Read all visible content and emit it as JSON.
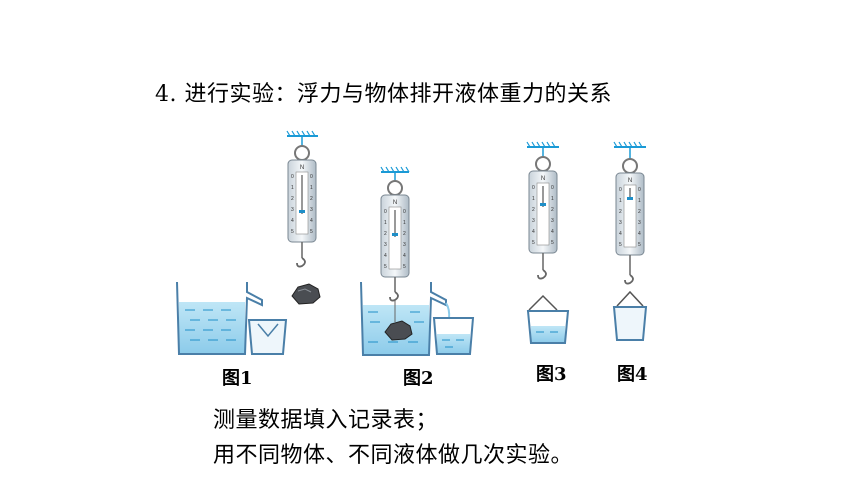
{
  "title": "4. 进行实验：浮力与物体排开液体重力的关系",
  "figures": [
    {
      "label": "图1"
    },
    {
      "label": "图2"
    },
    {
      "label": "图3"
    },
    {
      "label": "图4"
    }
  ],
  "scale_unit": "N",
  "scale_ticks": [
    "0",
    "1",
    "2",
    "3",
    "4",
    "5"
  ],
  "instructions": [
    "测量数据填入记录表；",
    "用不同物体、不同液体做几次实验。"
  ],
  "colors": {
    "water": "#9fd6ef",
    "water_dark": "#1f8fc8",
    "glass": "#4a7fa8",
    "support": "#1a9ad6"
  }
}
